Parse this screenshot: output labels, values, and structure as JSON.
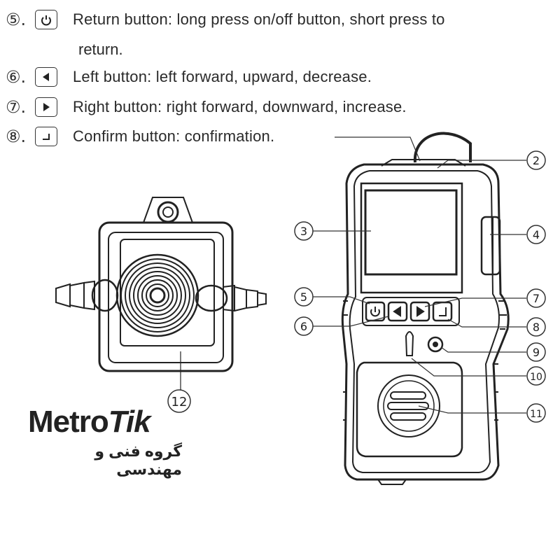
{
  "legend": [
    {
      "num": "⑤.",
      "icon": "power-icon",
      "text": "Return button: long press on/off button, short press to",
      "cont": "return."
    },
    {
      "num": "⑥.",
      "icon": "left-arrow-icon",
      "text": "Left button: left forward, upward, decrease."
    },
    {
      "num": "⑦.",
      "icon": "right-arrow-icon",
      "text": "Right button: right forward, downward, increase."
    },
    {
      "num": "⑧.",
      "icon": "enter-icon",
      "text": "Confirm button: confirmation."
    }
  ],
  "callouts": [
    "2",
    "3",
    "4",
    "5",
    "6",
    "7",
    "8",
    "9",
    "10",
    "11",
    "12"
  ],
  "logo": {
    "main_a": "Metro",
    "main_b": "Tik",
    "sub": "گروه فنی و مهندسی"
  }
}
